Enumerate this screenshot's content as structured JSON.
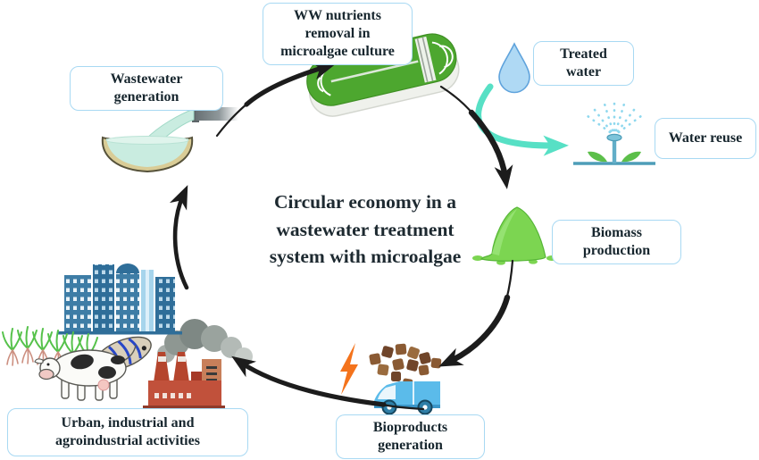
{
  "diagram_title": "Circular economy in a\nwastewater treatment\nsystem with microalgae",
  "nodes": [
    {
      "id": "ww-nutrients-removal",
      "label": "WW nutrients removal in microalgae culture"
    },
    {
      "id": "wastewater-generation",
      "label": "Wastewater generation"
    },
    {
      "id": "treated-water",
      "label": "Treated water"
    },
    {
      "id": "water-reuse",
      "label": "Water reuse"
    },
    {
      "id": "biomass-production",
      "label": "Biomass production"
    },
    {
      "id": "bioproducts-generation",
      "label": "Bioproducts generation"
    },
    {
      "id": "urban-activities",
      "label": "Urban, industrial and agroindustrial activities"
    }
  ],
  "cycle_order": [
    "wastewater-generation",
    "ww-nutrients-removal",
    "biomass-production",
    "bioproducts-generation",
    "urban-activities"
  ],
  "branch": {
    "from": "ww-nutrients-removal",
    "via": "treated-water",
    "to": "water-reuse"
  },
  "icons": {
    "raceway-pond-icon": "green oval microalgae raceway pond",
    "faucet-basin-icon": "pipe pouring wastewater into tan basin",
    "water-drop-icon": "blue water droplet",
    "sprinkler-icon": "irrigation sprinkler spraying water over seedlings",
    "biomass-pile-icon": "green algae biomass mound",
    "lightning-icon": "orange energy bolt",
    "pellets-icon": "brown bioproduct pellets pile",
    "van-icon": "light blue delivery van",
    "city-buildings-icon": "blue urban skyline",
    "factory-icon": "red factory with smokestacks and smoke",
    "cow-icon": "dairy cow",
    "fish-icon": "fish",
    "crops-icon": "green crop seedlings with roots"
  },
  "colors": {
    "box_border": "#A8D9F3",
    "text": "#1d2930",
    "arrow_black": "#1c1c1c",
    "arrow_teal": "#57E0C5",
    "pond_green": "#4DA72F",
    "biomass_green": "#7CD551",
    "drop_blue": "#AFD9F4",
    "stream_teal": "#C9ECE0",
    "basin_tan": "#D9CC96",
    "truck_blue": "#5BBBEA",
    "lightning_orange": "#F4731C",
    "pellet_brown": "#8A5A33",
    "building_blue": "#3E7DA6",
    "factory_red": "#C1513B",
    "smoke_gray": "#8E9792"
  }
}
